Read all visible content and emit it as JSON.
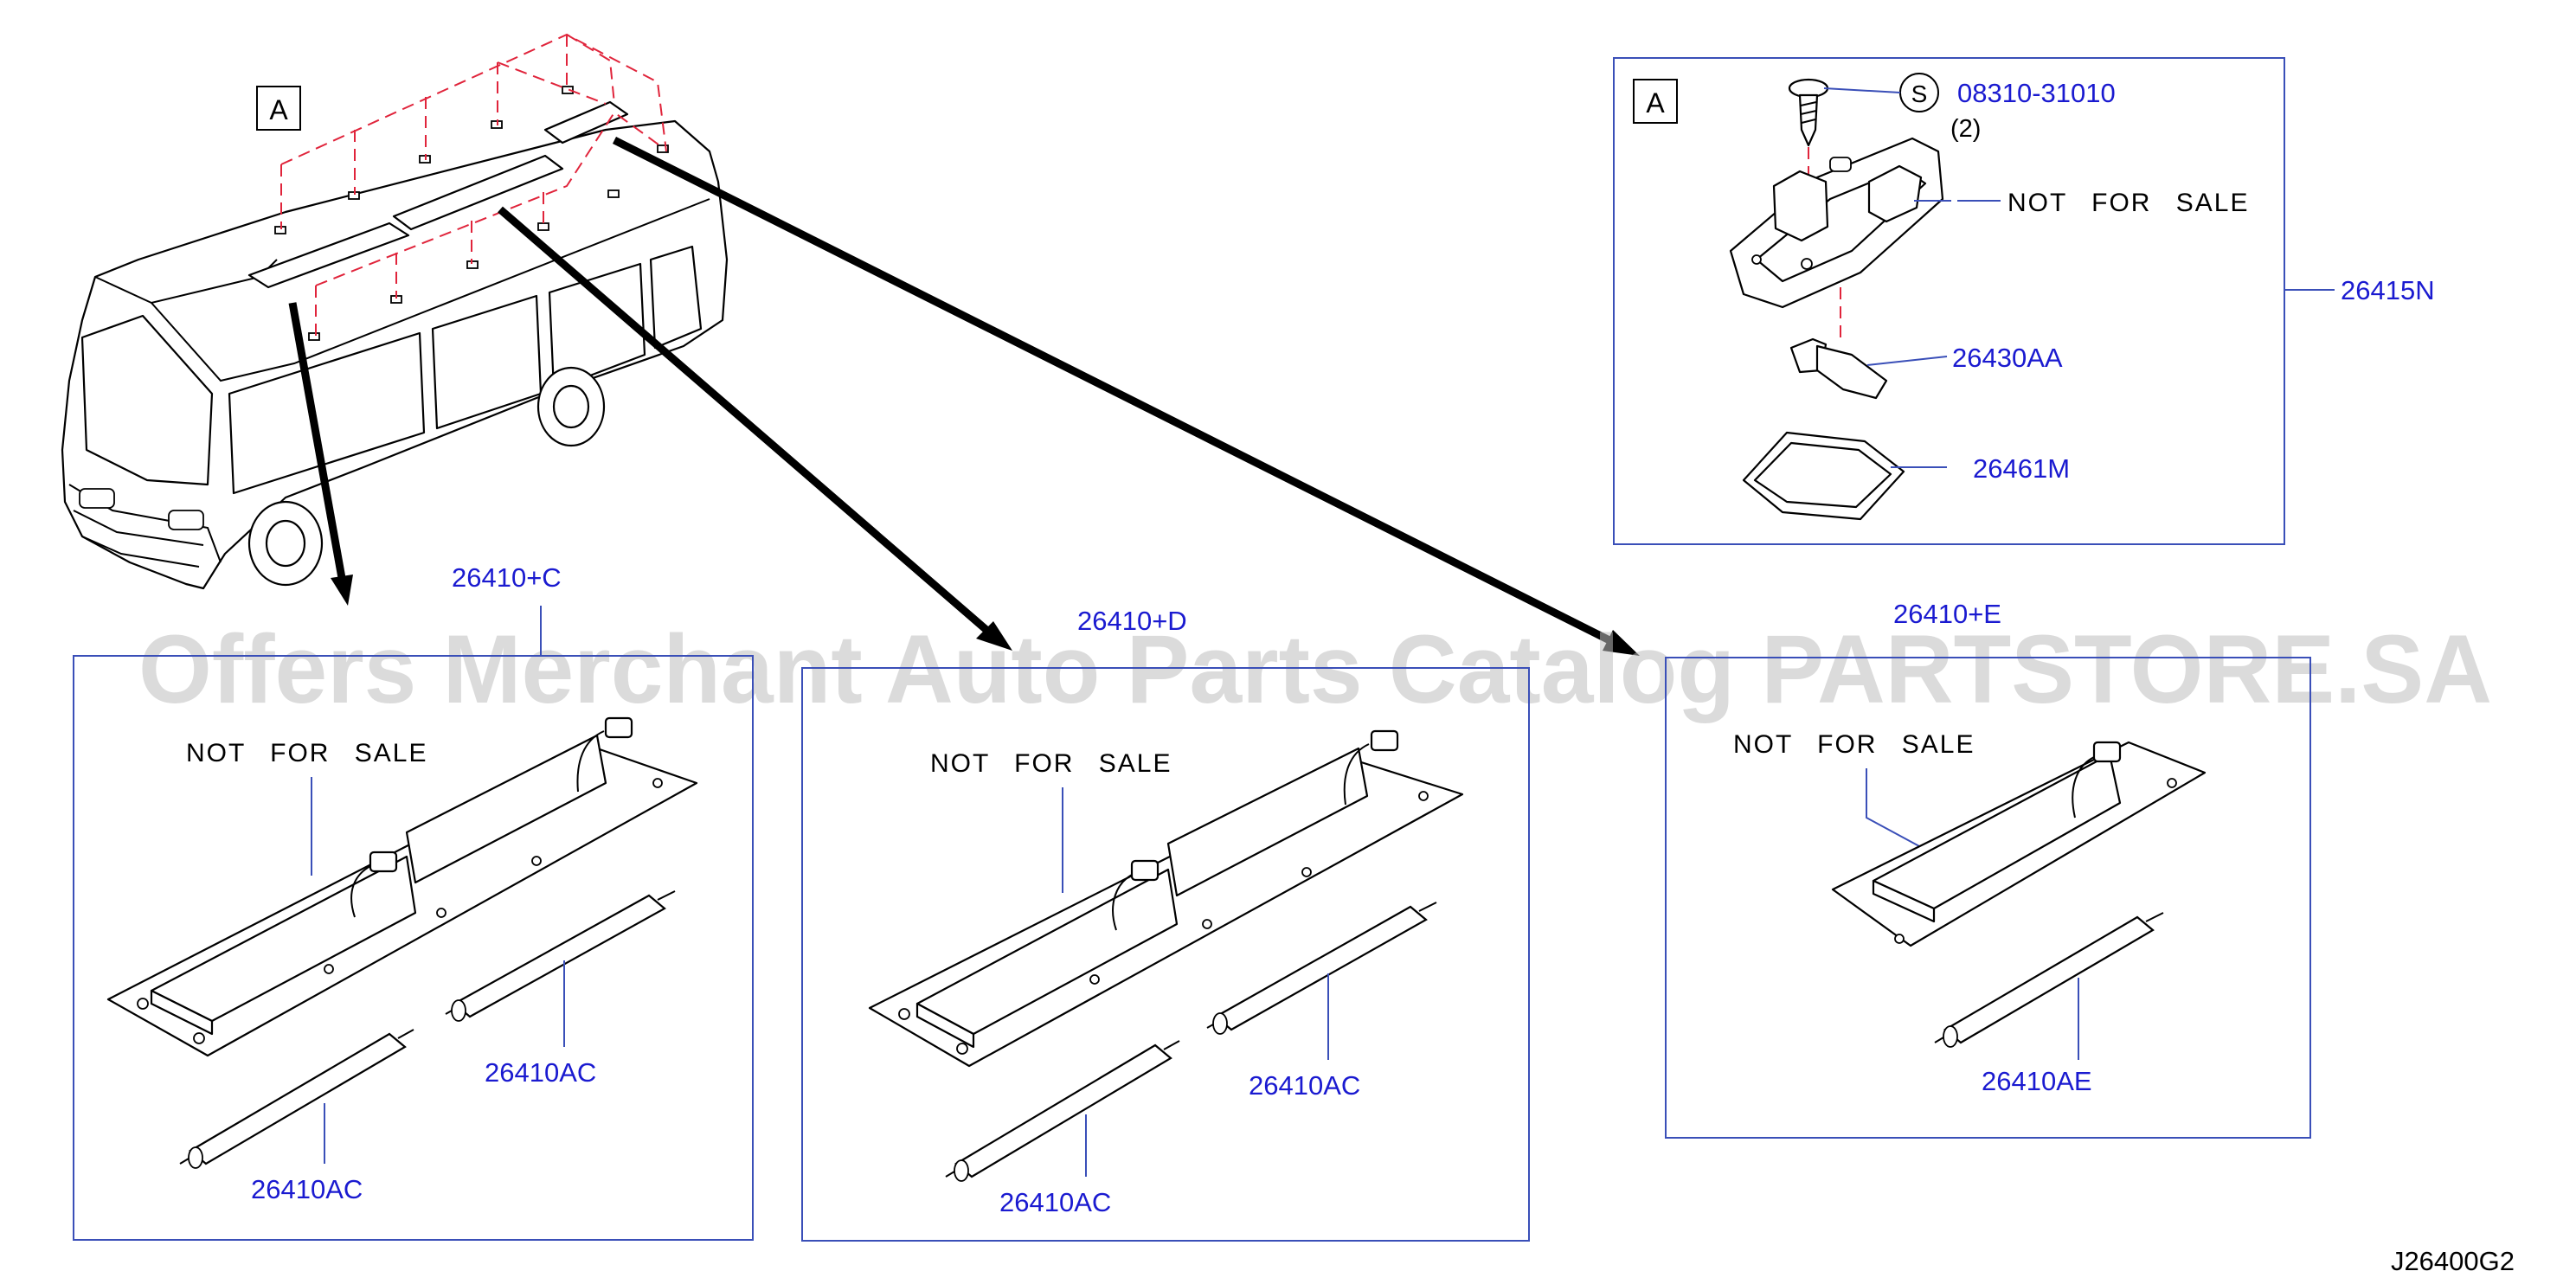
{
  "views": {
    "van_callout": "A",
    "detail_callout": "A"
  },
  "parts": {
    "screw_symbol": "S",
    "screw_number": "08310-31010",
    "screw_qty": "(2)",
    "lamp_a": "26415N",
    "bulb_a": "26430AA",
    "lens_a": "26461M",
    "lamp_c": "26410+C",
    "lamp_d": "26410+D",
    "lamp_e": "26410+E",
    "tube_c1": "26410AC",
    "tube_c2": "26410AC",
    "tube_d1": "26410AC",
    "tube_d2": "26410AC",
    "tube_e": "26410AE"
  },
  "notes": {
    "nfs_a": "NOT FOR SALE",
    "nfs_c": "NOT FOR SALE",
    "nfs_d": "NOT FOR SALE",
    "nfs_e": "NOT FOR SALE"
  },
  "watermark": "Offers Merchant Auto Parts Catalog PARTSTORE.SA",
  "diagram_code": "J26400G2",
  "colors": {
    "part_number": "#1a1ad0",
    "box_border": "#3a4fb8",
    "hidden_line": "#e0243b",
    "watermark": "#bdbdbd"
  }
}
